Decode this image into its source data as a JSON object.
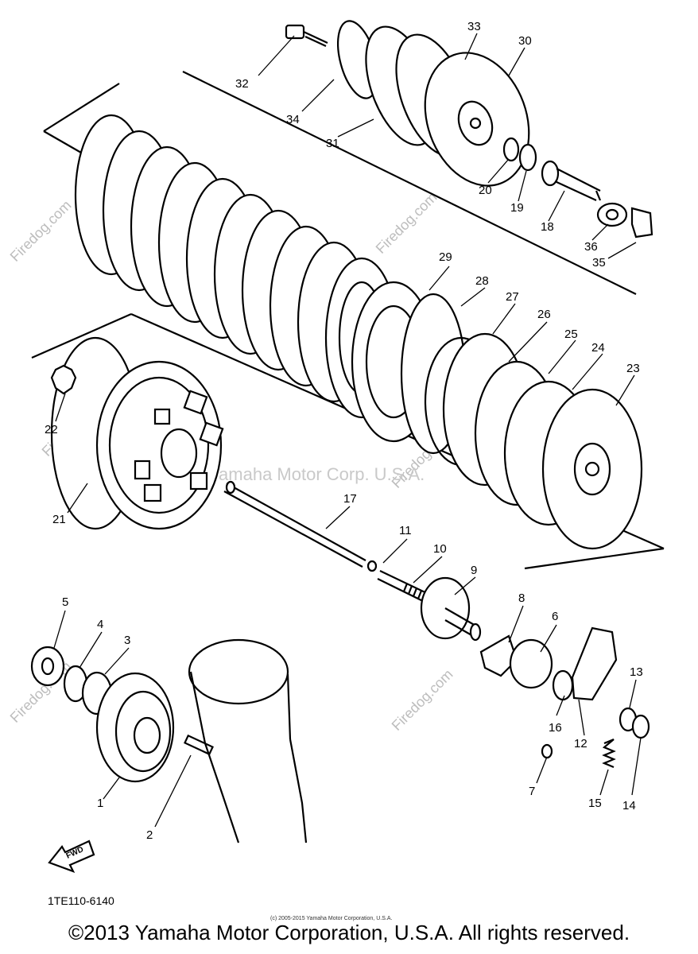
{
  "watermark": {
    "site": "Firedog.com",
    "company": "Yamaha Motor Corp. U.S.A."
  },
  "diagram_code": "1TE110-6140",
  "fwd_label": "FWD",
  "fine_print": "(c) 2005-2015 Yamaha Motor Corporation, U.S.A.",
  "copyright": "©2013 Yamaha Motor Corporation, U.S.A. All rights reserved.",
  "callouts": [
    "1",
    "2",
    "3",
    "4",
    "5",
    "6",
    "7",
    "8",
    "9",
    "10",
    "11",
    "12",
    "13",
    "14",
    "15",
    "16",
    "17",
    "18",
    "19",
    "20",
    "21",
    "22",
    "23",
    "24",
    "25",
    "26",
    "27",
    "28",
    "29",
    "30",
    "31",
    "32",
    "33",
    "34",
    "35",
    "36"
  ]
}
